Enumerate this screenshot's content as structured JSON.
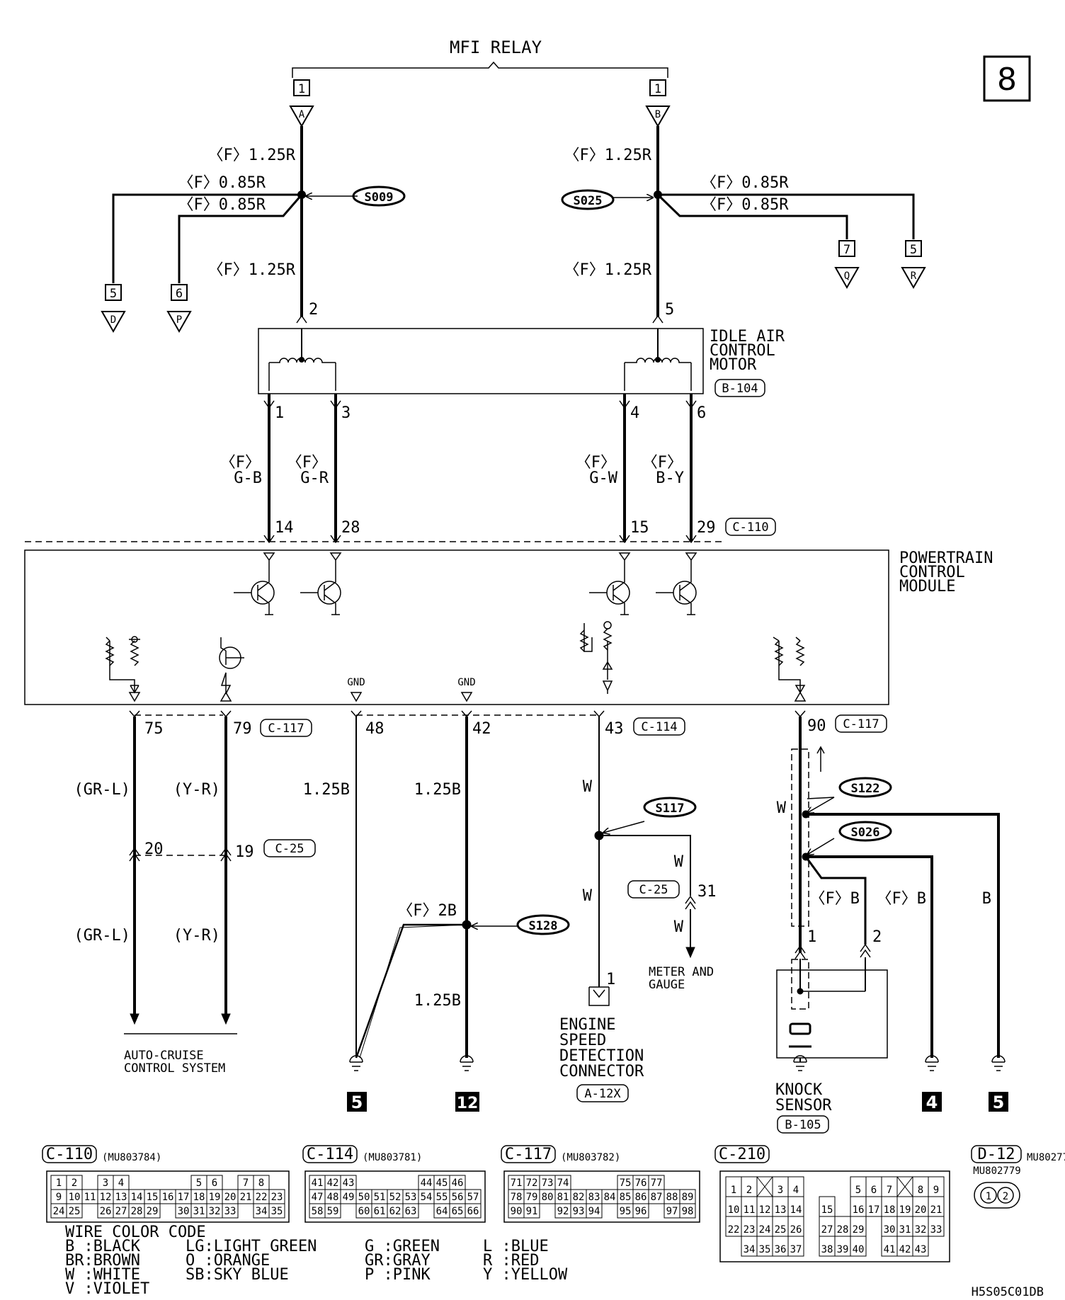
{
  "page_number": "8",
  "code": "H5S05C01DB",
  "relay": {
    "title": "MFI RELAY",
    "connector_left": "1",
    "connector_right": "1",
    "pin_left": "A",
    "pin_right": "B"
  },
  "wires_top_left": {
    "w1": "〈F〉1.25R",
    "w2": "〈F〉0.85R",
    "w3": "〈F〉0.85R",
    "w4": "〈F〉1.25R",
    "splice": "S009",
    "box_d": "5",
    "d": "D",
    "box_p": "6",
    "p": "P"
  },
  "wires_top_right": {
    "w1": "〈F〉1.25R",
    "w2": "〈F〉0.85R",
    "w3": "〈F〉0.85R",
    "w4": "〈F〉1.25R",
    "splice": "S025",
    "box_q": "7",
    "q": "Q",
    "box_r": "5",
    "r": "R"
  },
  "iac_motor": {
    "line1": "IDLE AIR",
    "line2": "CONTROL",
    "line3": "MOTOR",
    "connector": "B-104",
    "pin_in_left": "2",
    "pin_in_right": "5",
    "pin1": "1",
    "pin3": "3",
    "pin4": "4",
    "pin6": "6"
  },
  "iac_wires": {
    "w1a": "〈F〉",
    "w1b": "G-B",
    "w2a": "〈F〉",
    "w2b": "G-R",
    "w3a": "〈F〉",
    "w3b": "G-W",
    "w4a": "〈F〉",
    "w4b": "B-Y",
    "p14": "14",
    "p28": "28",
    "p15": "15",
    "p29": "29",
    "connector": "C-110"
  },
  "pcm": {
    "line1": "POWERTRAIN",
    "line2": "CONTROL",
    "line3": "MODULE",
    "gnd1": "GND",
    "gnd2": "GND"
  },
  "bottom": {
    "p75": "75",
    "p79": "79",
    "c117": "C-117",
    "p48": "48",
    "p42": "42",
    "p43": "43",
    "c114": "C-114",
    "p90": "90",
    "c117b": "C-117",
    "grl1": "(GR-L)",
    "yr1": "(Y-R)",
    "p20": "20",
    "p19": "19",
    "c25": "C-25",
    "grl2": "(GR-L)",
    "yr2": "(Y-R)",
    "w48": "1.25B",
    "w42": "1.25B",
    "w43": "W",
    "s117": "S117",
    "w_branch": "W",
    "c25b": "C-25",
    "p31": "31",
    "w_low": "W",
    "w_meter": "W",
    "meter1": "METER AND",
    "meter2": "GAUGE",
    "f2b": "〈F〉2B",
    "s128": "S128",
    "w42b": "1.25B",
    "cruise1": "AUTO-CRUISE",
    "cruise2": "CONTROL SYSTEM",
    "esd_pin": "1",
    "esd1": "ENGINE",
    "esd2": "SPEED",
    "esd3": "DETECTION",
    "esd4": "CONNECTOR",
    "esd_conn": "A-12X",
    "g5a": "5",
    "g12": "12",
    "g4": "4",
    "g5b": "5",
    "w90": "W",
    "s122": "S122",
    "s026": "S026",
    "fb1": "〈F〉B",
    "fb2": "〈F〉B",
    "b": "B",
    "ks_p1": "1",
    "ks_p2": "2",
    "ks1": "KNOCK",
    "ks2": "SENSOR",
    "ks_conn": "B-105"
  },
  "connectors": {
    "c110": {
      "name": "C-110",
      "part": "(MU803784)",
      "rows": [
        [
          "1",
          "2",
          "",
          "3",
          "4",
          "",
          "",
          "",
          "",
          "5",
          "6",
          "",
          "7",
          "8"
        ],
        [
          "9",
          "10",
          "11",
          "12",
          "13",
          "14",
          "15",
          "16",
          "17",
          "18",
          "19",
          "20",
          "21",
          "22",
          "23"
        ],
        [
          "24",
          "25",
          "",
          "26",
          "27",
          "28",
          "29",
          "",
          "30",
          "31",
          "32",
          "33",
          "",
          "34",
          "35"
        ]
      ]
    },
    "c114": {
      "name": "C-114",
      "part": "(MU803781)",
      "rows": [
        [
          "41",
          "42",
          "43",
          "",
          "",
          "",
          "",
          "44",
          "45",
          "46"
        ],
        [
          "47",
          "48",
          "49",
          "50",
          "51",
          "52",
          "53",
          "54",
          "55",
          "56",
          "57"
        ],
        [
          "58",
          "59",
          "",
          "60",
          "61",
          "62",
          "63",
          "",
          "64",
          "65",
          "66"
        ]
      ]
    },
    "c117": {
      "name": "C-117",
      "part": "(MU803782)",
      "rows": [
        [
          "71",
          "72",
          "73",
          "74",
          "",
          "",
          "",
          "75",
          "76",
          "77"
        ],
        [
          "78",
          "79",
          "80",
          "81",
          "82",
          "83",
          "84",
          "85",
          "86",
          "87",
          "88",
          "89"
        ],
        [
          "90",
          "91",
          "",
          "92",
          "93",
          "94",
          "",
          "95",
          "96",
          "",
          "97",
          "98"
        ]
      ]
    },
    "c210": {
      "name": "C-210",
      "rows": [
        [
          "1",
          "2",
          "X",
          "3",
          "4",
          "",
          "",
          "",
          "5",
          "6",
          "7",
          "X",
          "8",
          "9"
        ],
        [
          "10",
          "11",
          "12",
          "13",
          "14",
          "",
          "15",
          "",
          "16",
          "17",
          "18",
          "19",
          "20",
          "21"
        ],
        [
          "22",
          "23",
          "24",
          "25",
          "26",
          "",
          "27",
          "28",
          "29",
          "",
          "30",
          "31",
          "32",
          "33"
        ],
        [
          "",
          "34",
          "35",
          "36",
          "37",
          "",
          "38",
          "39",
          "40",
          "",
          "41",
          "42",
          "43",
          ""
        ]
      ]
    },
    "d12": {
      "name": "D-12",
      "part": "MU802779",
      "pins": [
        "1",
        "2"
      ]
    }
  },
  "legend": {
    "title": "WIRE COLOR CODE",
    "entries": [
      "B :BLACK",
      "BR:BROWN",
      "W :WHITE",
      "V :VIOLET",
      "LG:LIGHT GREEN",
      "O :ORANGE",
      "SB:SKY BLUE",
      "G :GREEN",
      "GR:GRAY",
      "P :PINK",
      "L :BLUE",
      "R :RED",
      "Y :YELLOW"
    ]
  }
}
